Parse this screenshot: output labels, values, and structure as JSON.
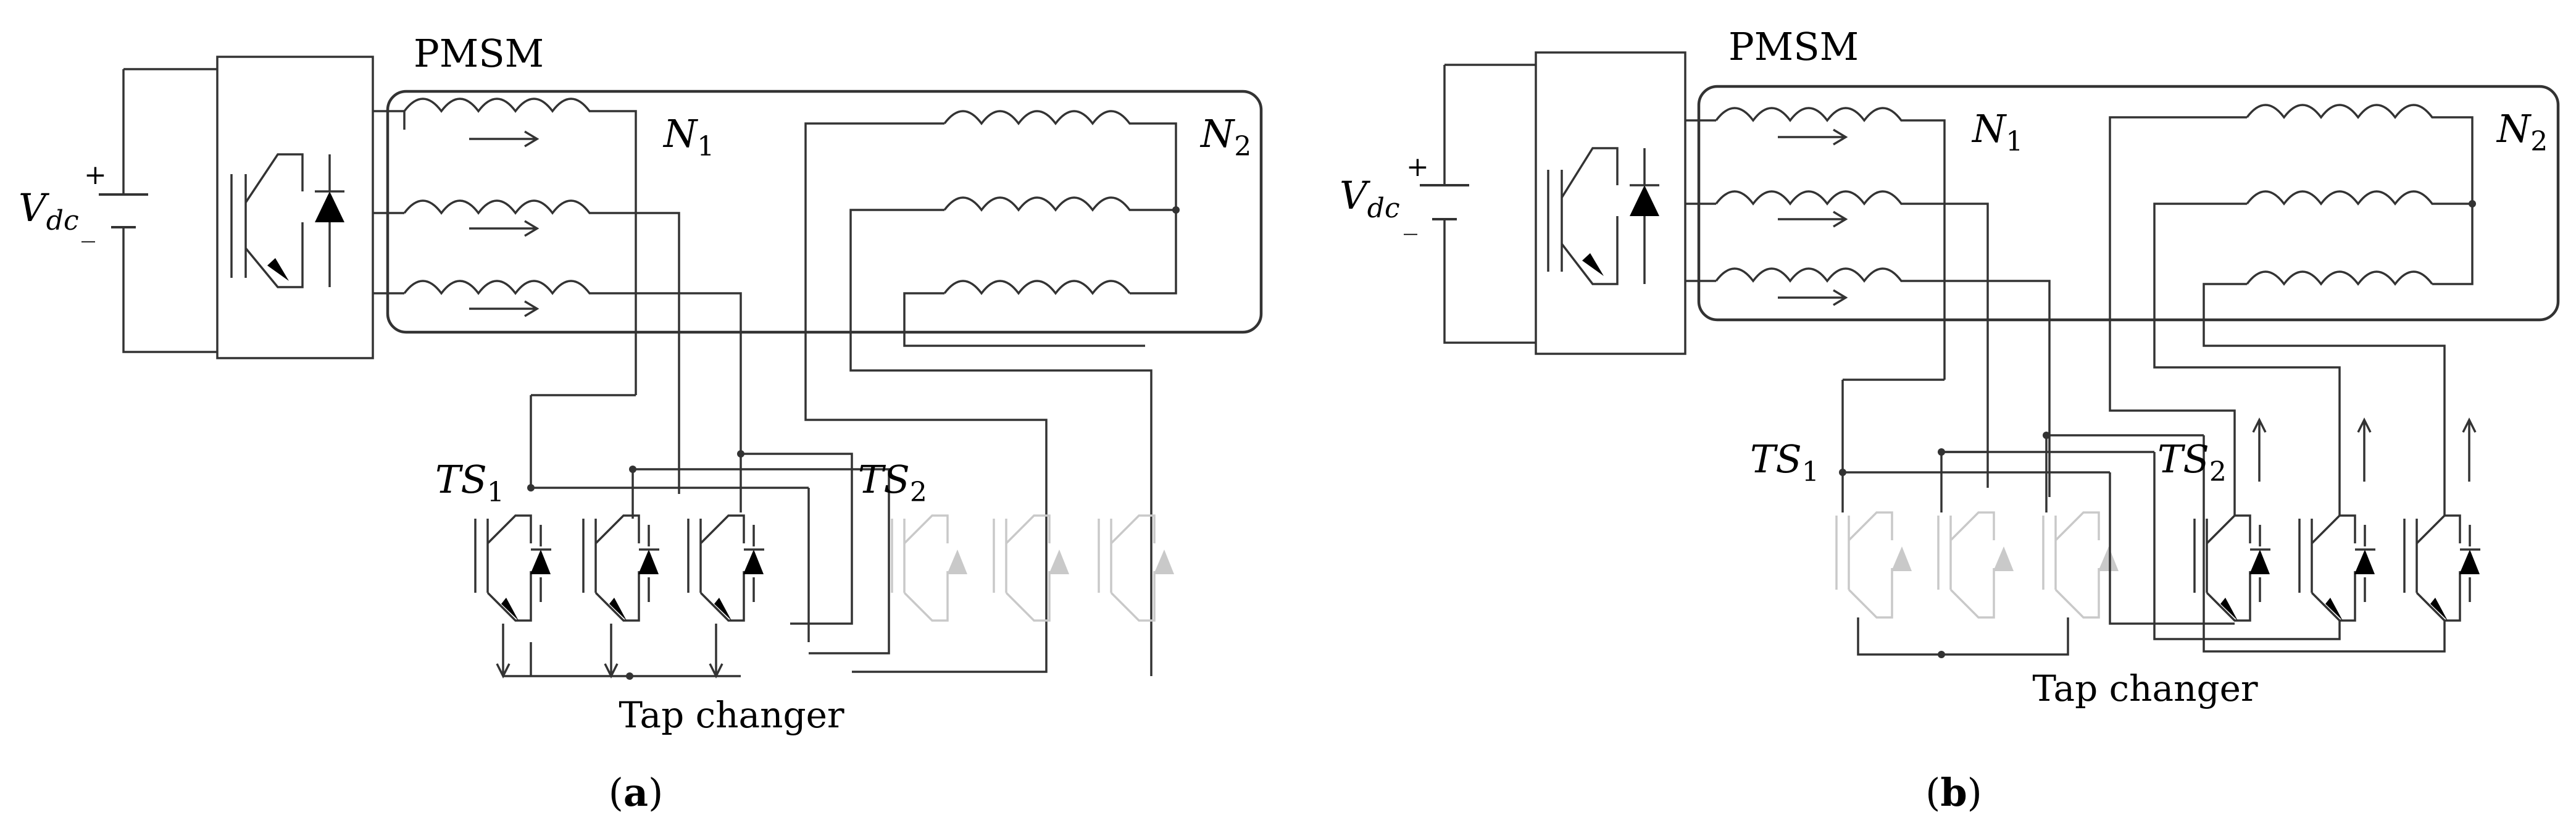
{
  "panels": [
    {
      "id": "a",
      "caption_open": "(",
      "caption_letter": "a",
      "caption_close": ")",
      "motor_label": "PMSM",
      "neutral1_label": "N",
      "neutral1_sub": "1",
      "neutral2_label": "N",
      "neutral2_sub": "2",
      "source_label": "V",
      "source_sub": "dc",
      "plus_sign": "+",
      "minus_sign": "_",
      "ts1_label": "TS",
      "ts1_sub": "1",
      "ts2_label": "TS",
      "ts2_sub": "2",
      "tap_changer_label": "Tap changer",
      "active_switch_group": "TS1",
      "current_arrows": "down"
    },
    {
      "id": "b",
      "caption_open": "(",
      "caption_letter": "b",
      "caption_close": ")",
      "motor_label": "PMSM",
      "neutral1_label": "N",
      "neutral1_sub": "1",
      "neutral2_label": "N",
      "neutral2_sub": "2",
      "source_label": "V",
      "source_sub": "dc",
      "plus_sign": "+",
      "minus_sign": "_",
      "ts1_label": "TS",
      "ts1_sub": "1",
      "ts2_label": "TS",
      "ts2_sub": "2",
      "tap_changer_label": "Tap changer",
      "active_switch_group": "TS2",
      "current_arrows": "up"
    }
  ],
  "colors": {
    "wire": "#333333",
    "inactive": "#c9c9c9",
    "text": "#000000"
  }
}
